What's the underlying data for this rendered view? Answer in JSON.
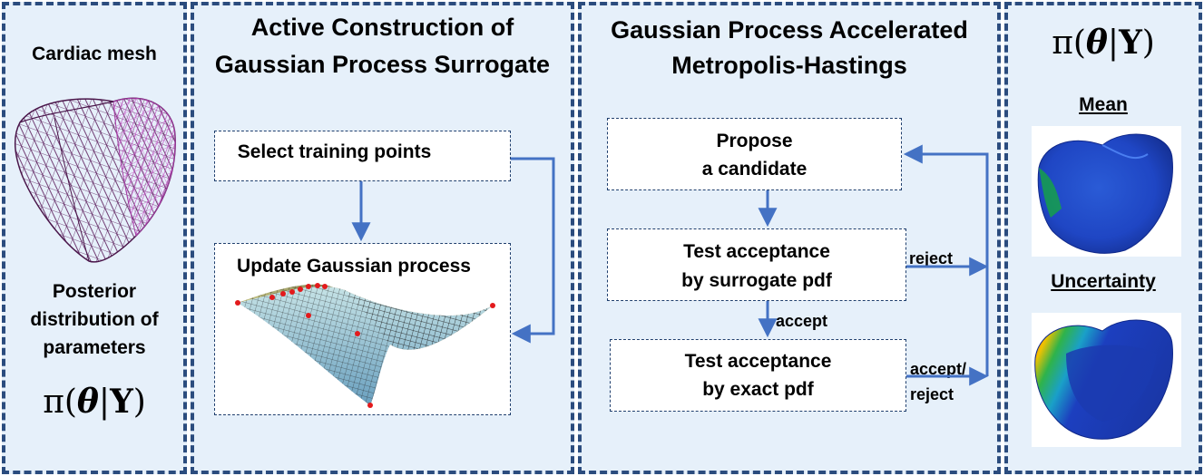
{
  "panel1": {
    "mesh_title": "Cardiac mesh",
    "posterior_line1": "Posterior",
    "posterior_line2": "distribution of",
    "posterior_line3": "parameters",
    "formula_pi": "π",
    "formula_open": "(",
    "formula_theta": "θ",
    "formula_bar": "|",
    "formula_Y": "Y",
    "formula_close": ")"
  },
  "panel2": {
    "title_line1": "Active Construction of",
    "title_line2": "Gaussian Process Surrogate",
    "box_select": "Select training points",
    "box_update": "Update Gaussian process"
  },
  "panel3": {
    "title_line1": "Gaussian Process Accelerated",
    "title_line2": "Metropolis-Hastings",
    "propose_line1": "Propose",
    "propose_line2": "a candidate",
    "surrogate_line1": "Test acceptance",
    "surrogate_line2": "by surrogate pdf",
    "exact_line1": "Test acceptance",
    "exact_line2": "by exact pdf",
    "label_reject": "reject",
    "label_accept": "accept",
    "label_accept_reject_1": "accept/",
    "label_accept_reject_2": "reject"
  },
  "panel4": {
    "formula_pi": "π",
    "formula_open": "(",
    "formula_theta": "θ",
    "formula_bar": "|",
    "formula_Y": "Y",
    "formula_close": ")",
    "mean_label": "Mean",
    "uncertainty_label": "Uncertainty"
  },
  "colors": {
    "panel_fill": "#e6f0fa",
    "panel_border": "#2b4c7e",
    "arrow": "#4472c4",
    "mesh_stroke": "#6b1f6b",
    "sample_points": "#e31a1c"
  }
}
